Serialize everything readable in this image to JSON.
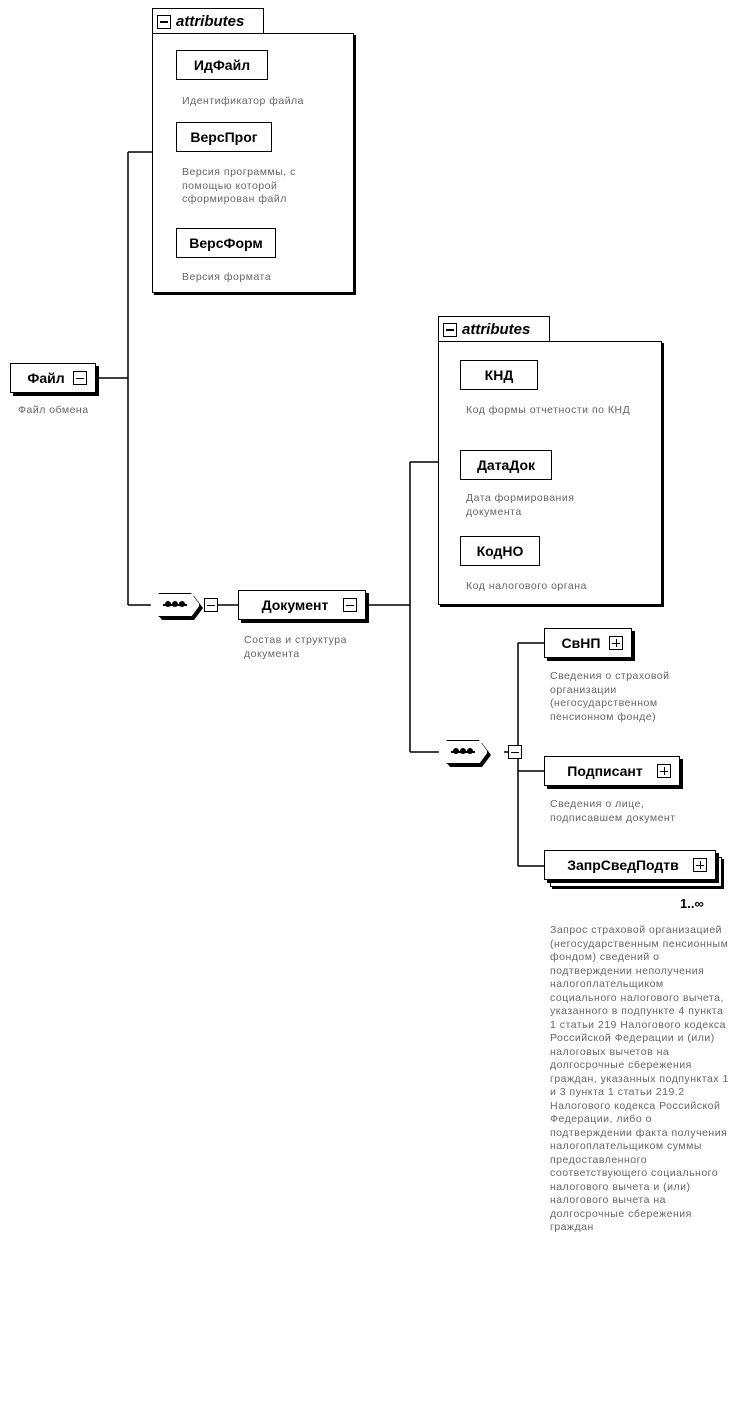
{
  "root": {
    "name": "Файл",
    "description": "Файл обмена",
    "attributes_label": "attributes",
    "attributes": [
      {
        "name": "ИдФайл",
        "description": "Идентификатор файла"
      },
      {
        "name": "ВерсПрог",
        "description": "Версия программы, с помощью которой сформирован файл"
      },
      {
        "name": "ВерсФорм",
        "description": "Версия формата"
      }
    ]
  },
  "document": {
    "name": "Документ",
    "description": "Состав и структура документа",
    "attributes_label": "attributes",
    "attributes": [
      {
        "name": "КНД",
        "description": "Код формы отчетности по КНД"
      },
      {
        "name": "ДатаДок",
        "description": "Дата формирования документа"
      },
      {
        "name": "КодНО",
        "description": "Код налогового органа"
      }
    ]
  },
  "children": [
    {
      "name": "СвНП",
      "description": "Сведения о страховой организации (негосударственном пенсионном фонде)"
    },
    {
      "name": "Подписант",
      "description": "Сведения о лице, подписавшем документ"
    },
    {
      "name": "ЗапрСведПодтв",
      "cardinality": "1..∞",
      "description": "Запрос страховой организацией (негосударственным пенсионным фондом) сведений о подтверждении неполучения налогоплательщиком социального налогового вычета, указанного в подпункте 4 пункта 1 статьи 219 Налогового кодекса Российской Федерации и (или) налоговых вычетов на долгосрочные сбережения граждан, указанных подпунктах 1 и 3 пункта 1 статьи 219.2 Налогового кодекса Российской Федерации, либо о подтверждении факта получения налогоплательщиком суммы предоставленного соответствующего социального налогового вычета и (или) налогового вычета на долгосрочные сбережения граждан"
    }
  ]
}
